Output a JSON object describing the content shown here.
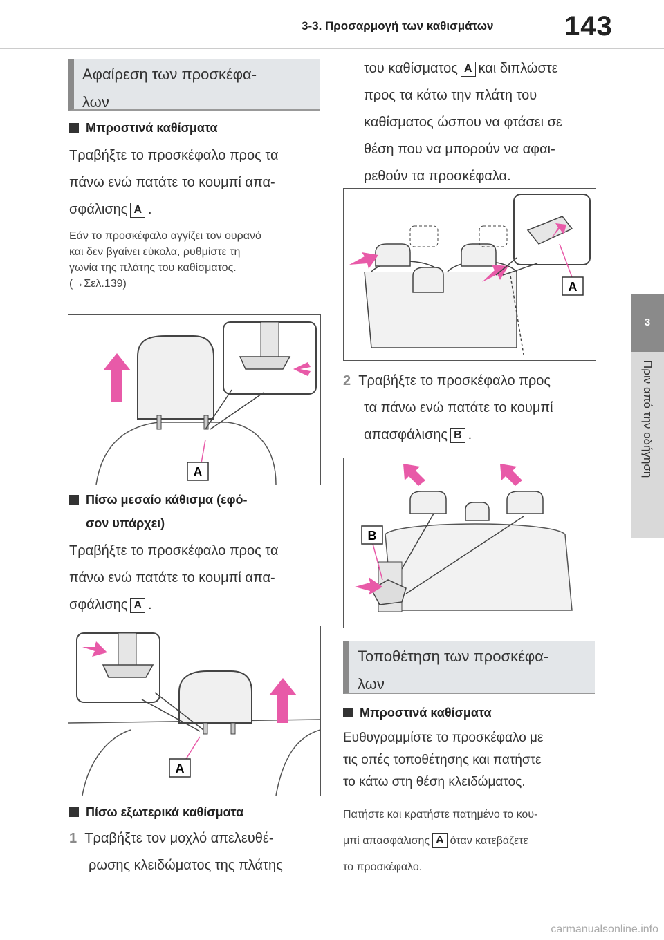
{
  "header": {
    "section_title": "3-3. Προσαρμογή των καθισμάτων",
    "page_number": "143"
  },
  "side_tab": {
    "chapter": "3",
    "label": "Πριν από την οδήγηση"
  },
  "section_remove": {
    "title_line1": "Αφαίρεση των προσκέφα-",
    "title_line2": "λων",
    "front": {
      "heading": "Μπροστινά καθίσματα",
      "line1": "Τραβήξτε το προσκέφαλο προς τα",
      "line2": "πάνω ενώ πατάτε το κουμπί απα-",
      "line3_pre": "σφάλισης",
      "label": "A",
      "line3_post": ".",
      "note1": "Εάν το προσκέφαλο αγγίζει τον ουρανό",
      "note2": "και δεν βγαίνει εύκολα, ρυθμίστε τη",
      "note3": "γωνία της πλάτης του καθίσματος.",
      "note4": "(→Σελ.139)"
    },
    "rear_middle": {
      "heading1": "Πίσω μεσαίο κάθισμα (εφό-",
      "heading2": "σον υπάρχει)",
      "line1": "Τραβήξτε το προσκέφαλο προς τα",
      "line2": "πάνω ενώ πατάτε το κουμπί απα-",
      "line3_pre": "σφάλισης",
      "label": "A",
      "line3_post": "."
    },
    "rear_outer": {
      "heading": "Πίσω εξωτερικά καθίσματα",
      "step1_num": "1",
      "step1_line1": "Τραβήξτε τον μοχλό απελευθέ-",
      "step1_line2": "ρωσης κλειδώματος της πλάτης",
      "step1_line3_pre": "του καθίσματος",
      "step1_label": "A",
      "step1_line3_post": "και διπλώστε",
      "step1_line4": "προς τα κάτω την πλάτη του",
      "step1_line5": "καθίσματος ώσπου να φτάσει σε",
      "step1_line6": "θέση που να μπορούν να αφαι-",
      "step1_line7": "ρεθούν τα προσκέφαλα.",
      "step2_num": "2",
      "step2_line1": "Τραβήξτε το προσκέφαλο προς",
      "step2_line2": "τα πάνω ενώ πατάτε το κουμπί",
      "step2_line3_pre": "απασφάλισης",
      "step2_label": "B",
      "step2_line3_post": "."
    }
  },
  "section_install": {
    "title_line1": "Τοποθέτηση των προσκέφα-",
    "title_line2": "λων",
    "front": {
      "heading": "Μπροστινά καθίσματα",
      "line1": "Ευθυγραμμίστε το προσκέφαλο με",
      "line2": "τις οπές τοποθέτησης και πατήστε",
      "line3": "το κάτω στη θέση κλειδώματος.",
      "note1": "Πατήστε και κρατήστε πατημένο το κου-",
      "note2_pre": "μπί απασφάλισης",
      "note2_label": "A",
      "note2_post": "όταν κατεβάζετε",
      "note3": "το προσκέφαλο."
    }
  },
  "figures": {
    "fig1_label": "A",
    "fig2_label": "A",
    "fig3_label": "A",
    "fig4_label": "B"
  },
  "colors": {
    "arrow": "#e85aa8",
    "tab_dark": "#8a8a8a",
    "tab_light": "#d9d9d9",
    "section_bg": "#e3e6e9"
  },
  "watermark": "carmanualsonline.info"
}
